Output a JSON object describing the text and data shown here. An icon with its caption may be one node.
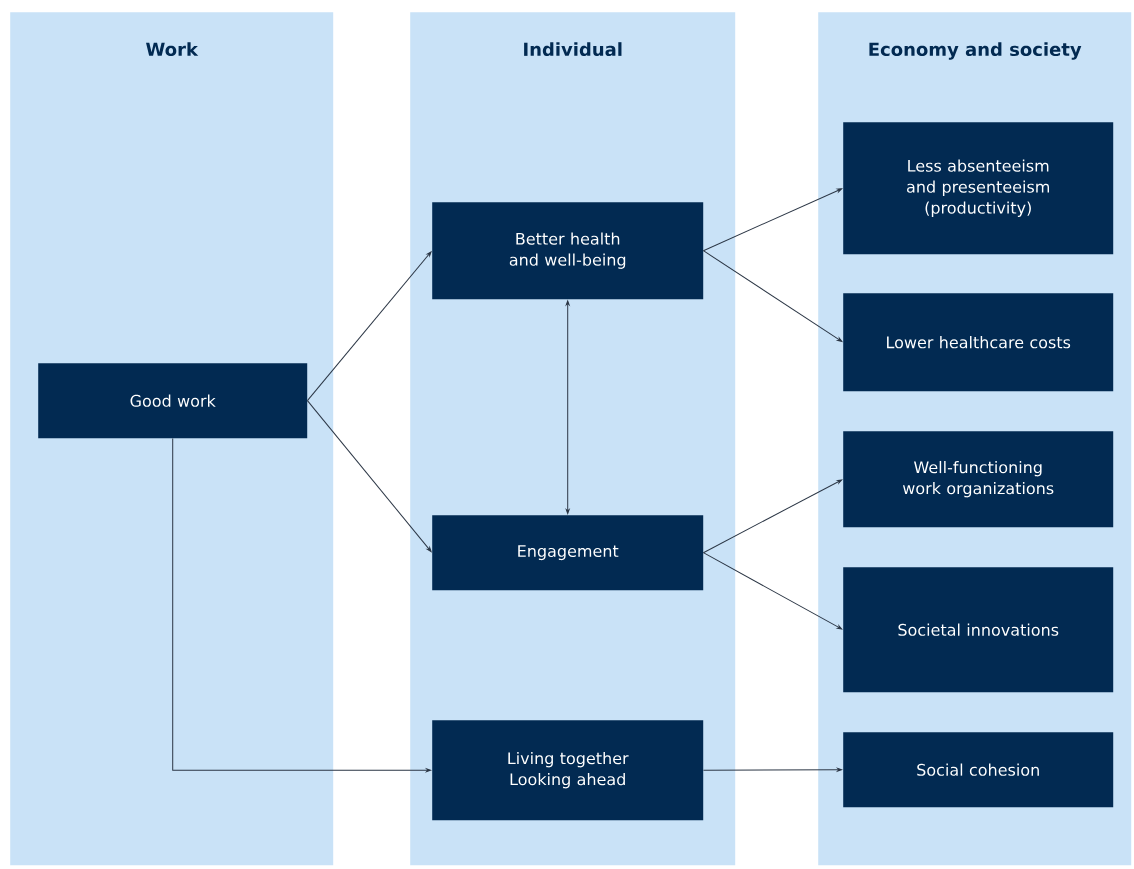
{
  "diagram": {
    "nodes": [
      {
        "text": [
          "Work"
        ]
      },
      {
        "text": [
          "Individual"
        ]
      },
      {
        "text": [
          "Economy and society"
        ]
      },
      {
        "text": [
          "Good work"
        ],
        "in": 0
      },
      {
        "text": [
          "Better health and well-being"
        ],
        "in": 1
      },
      {
        "text": [
          "Engagement"
        ],
        "in": 1
      },
      {
        "text": [
          "Living together Looking ahead"
        ],
        "in": 1
      },
      {
        "text": [
          "Less absenteeism and presenteeism (productivity)"
        ],
        "in": 2
      },
      {
        "text": [
          "Lower healthcare costs"
        ],
        "in": 2
      },
      {
        "text": [
          "Well-functioning work organizations"
        ],
        "in": 2
      },
      {
        "text": [
          "Societal innovations"
        ],
        "in": 2
      },
      {
        "text": [
          "Social cohesion"
        ],
        "in": 2
      }
    ],
    "edges": [
      {
        "from": 3,
        "to": 4,
        "arrow": "to"
      },
      {
        "from": 3,
        "to": 5,
        "arrow": "to"
      },
      {
        "from": 4,
        "to": 5,
        "arrow": "both"
      },
      {
        "from": 3,
        "to": 6,
        "arrow": "to"
      },
      {
        "from": 4,
        "to": 7,
        "arrow": "to"
      },
      {
        "from": 4,
        "to": 8,
        "arrow": "to"
      },
      {
        "from": 5,
        "to": 9,
        "arrow": "to"
      },
      {
        "from": 5,
        "to": 10,
        "arrow": "to"
      },
      {
        "from": 6,
        "to": 11,
        "arrow": "to"
      }
    ]
  }
}
